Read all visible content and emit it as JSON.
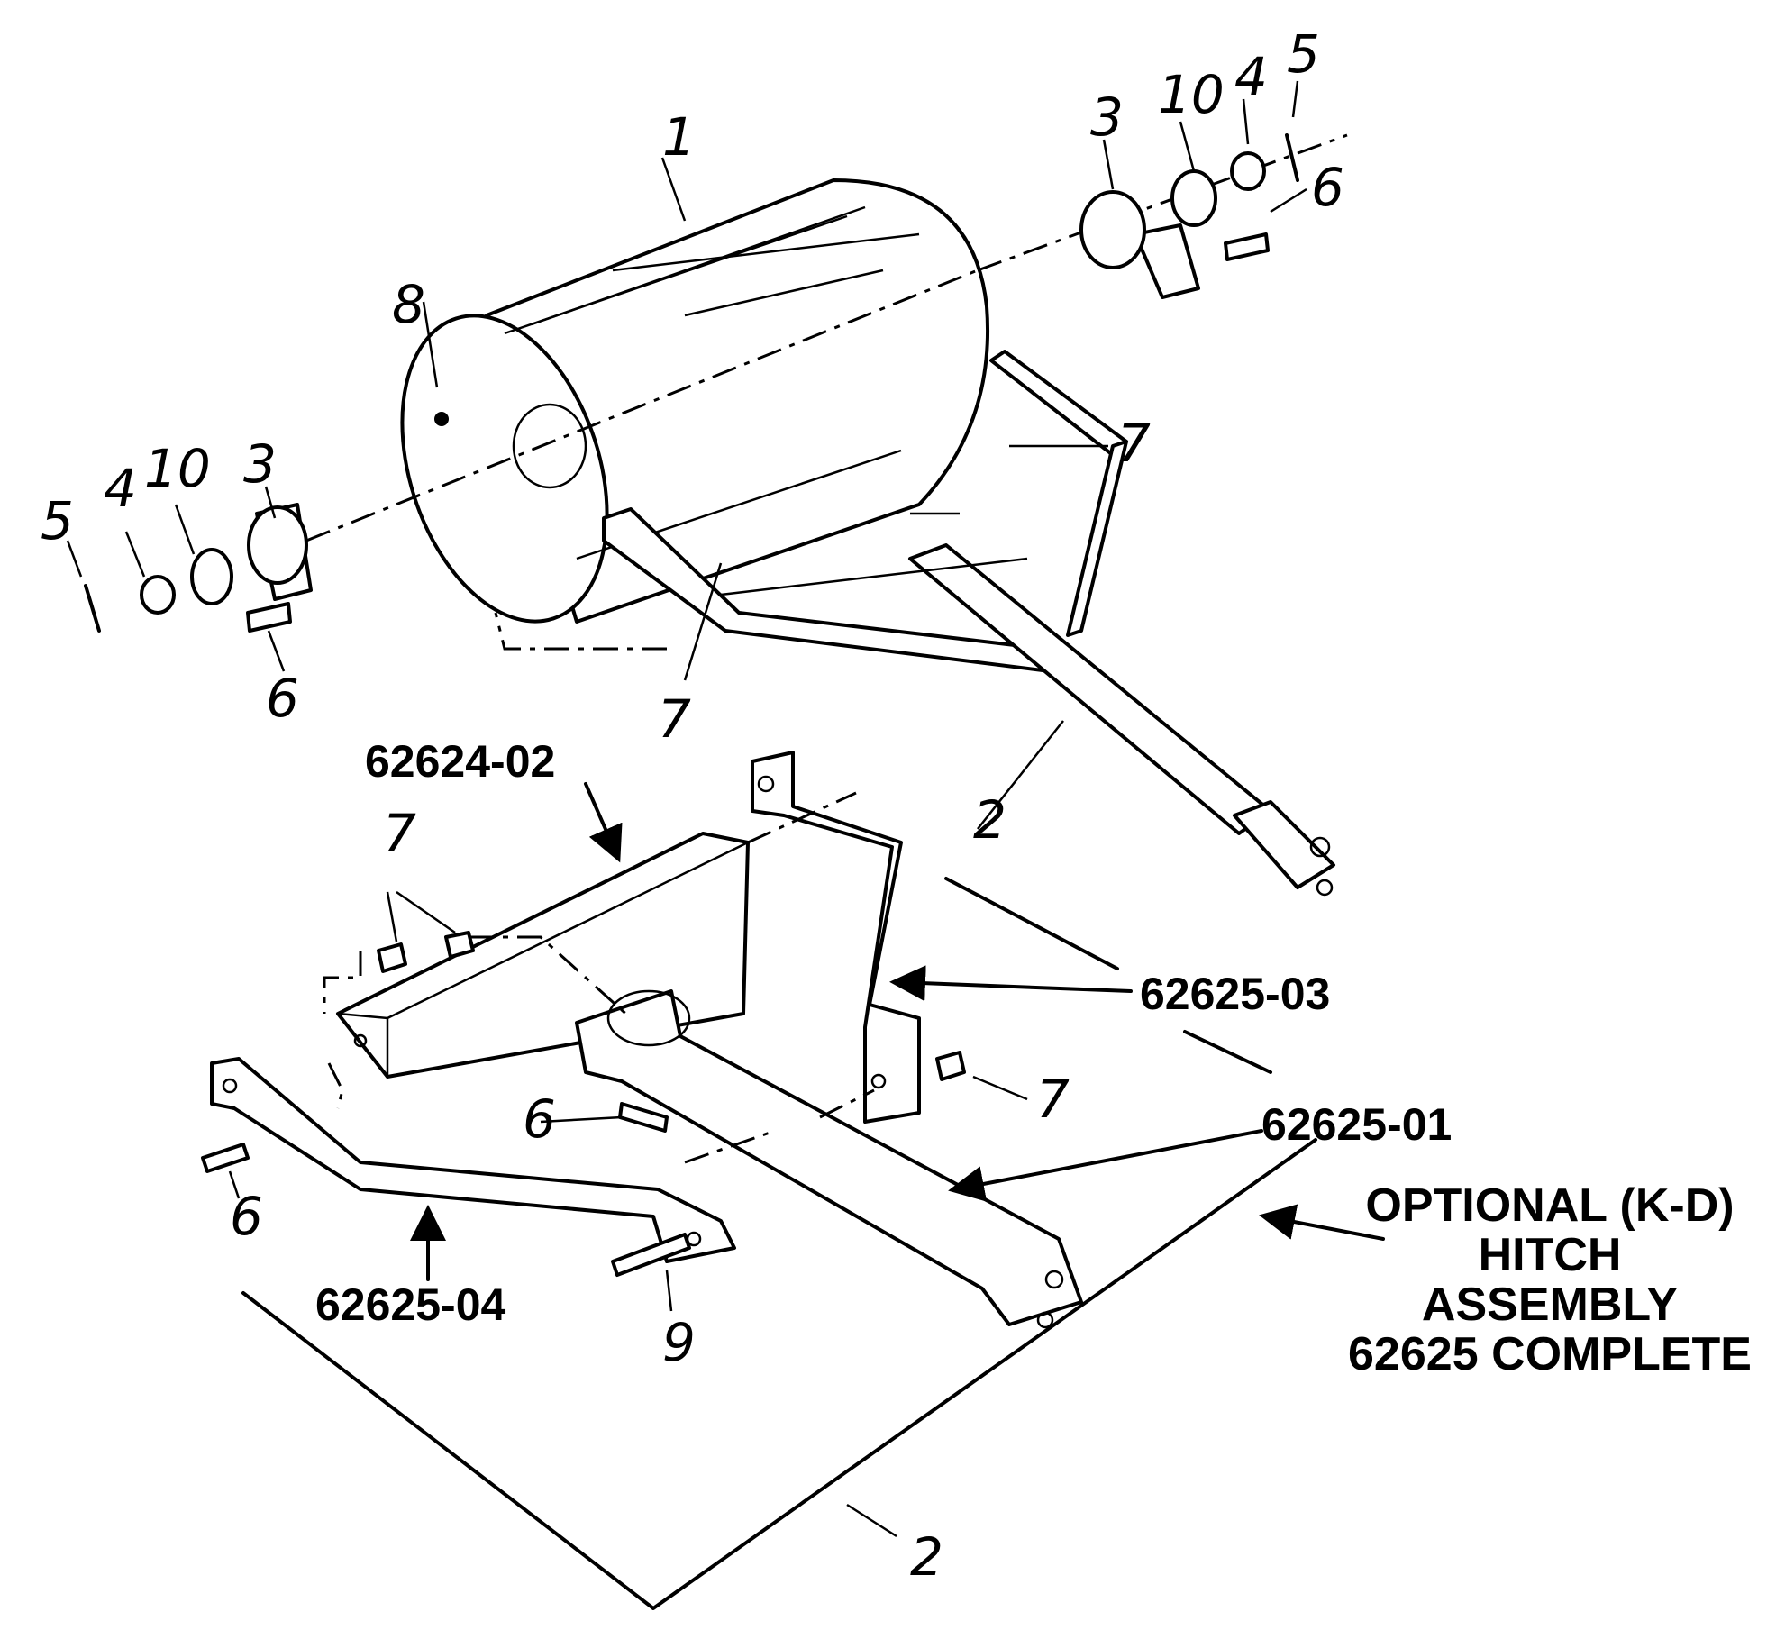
{
  "callouts": {
    "c1": "1",
    "c2_main": "2",
    "c2_box": "2",
    "c3_left": "3",
    "c3_right": "3",
    "c4_left": "4",
    "c4_right": "4",
    "c5_left": "5",
    "c5_right": "5",
    "c6_left": "6",
    "c6_right": "6",
    "c6_hitch_mid": "6",
    "c6_hitch_left": "6",
    "c7_upper_right": "7",
    "c7_upper_left": "7",
    "c7_hitch_top": "7",
    "c7_hitch_right": "7",
    "c8": "8",
    "c9": "9",
    "c10_left": "10",
    "c10_right": "10"
  },
  "part_numbers": {
    "p62624_02": "62624-02",
    "p62625_03": "62625-03",
    "p62625_01": "62625-01",
    "p62625_04": "62625-04"
  },
  "optional_label": {
    "line1": "OPTIONAL (K-D)",
    "line2": "HITCH",
    "line3": "ASSEMBLY",
    "line4": "62625 COMPLETE"
  }
}
